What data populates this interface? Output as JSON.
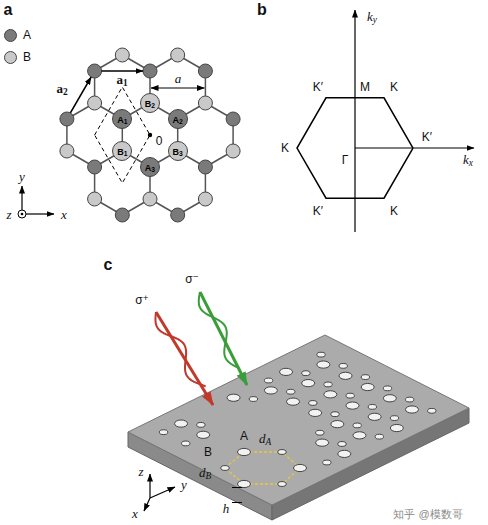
{
  "diagram": {
    "nodes": [
      {
        "text": [
          "B2"
        ]
      },
      {
        "text": [
          "A1"
        ]
      },
      {
        "text": [
          "A2"
        ]
      },
      {
        "text": [
          "B1"
        ]
      },
      {
        "text": [
          "B3"
        ]
      },
      {
        "text": [
          "A3"
        ]
      }
    ],
    "labels": [
      "a",
      "b",
      "c",
      "a1",
      "a2",
      "a",
      "0",
      "y",
      "x",
      "z",
      "ky",
      "K′",
      "M",
      "K",
      "K",
      "K′",
      "Γ",
      "kx",
      "K′",
      "K",
      "σ⁺",
      "σ⁻",
      "A",
      "dA",
      "B",
      "dB",
      "h",
      "z",
      "y",
      "x",
      "知乎 @模数哥"
    ],
    "legend": [
      {
        "text": "A",
        "color": "#7a7a7a"
      },
      {
        "text": "B",
        "color": "#c9c9c9"
      }
    ]
  }
}
